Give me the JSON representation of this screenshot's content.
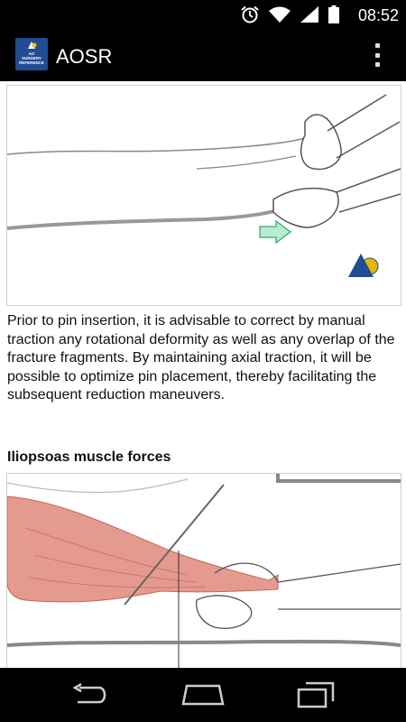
{
  "status_bar": {
    "time": "08:52",
    "icons": [
      "alarm-icon",
      "wifi-icon",
      "signal-icon",
      "battery-icon"
    ]
  },
  "app_bar": {
    "title": "AOSR",
    "logo_text": "AO\nSURGERY\nREFERENCE",
    "overflow_icon": "overflow-menu-icon"
  },
  "article": {
    "paragraph": "Prior to pin insertion, it is advisable to correct by manual traction any rotational deformity as well as any overlap of the fracture fragments. By maintaining axial traction, it will be possible to optimize pin placement, thereby facilitating the subsequent reduction maneuvers.",
    "section_heading": "Iliopsoas muscle forces",
    "illustration_1": "leg-traction-illustration",
    "illustration_2": "iliopsoas-illustration"
  },
  "colors": {
    "bar_background": "#000000",
    "arrow_green": "#6fcf9a",
    "muscle": "#e59a90",
    "logo_blue": "#1f4c93"
  },
  "nav_bar": {
    "buttons": [
      "back-icon",
      "home-icon",
      "recent-apps-icon"
    ]
  }
}
